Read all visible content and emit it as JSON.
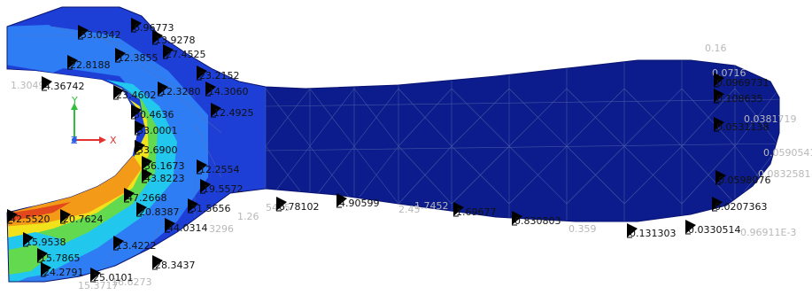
{
  "viewport": {
    "background": "#ffffff",
    "mesh_line_color": "#5b6fb0",
    "leader_color": "#000000",
    "colors": {
      "deep_blue": "#0c1c8c",
      "blue": "#1d3fd6",
      "light_blue": "#2e7df5",
      "cyan": "#22c7ee",
      "green": "#63d94f",
      "yellow": "#f2e21c",
      "orange": "#f39a18",
      "red": "#e2481c"
    }
  },
  "triad": {
    "x_label": "X",
    "y_label": "Y",
    "z_label": "Z",
    "x_color": "#e53030",
    "y_color": "#2fbf3a",
    "z_color": "#2b5ee8"
  },
  "labels": [
    "53.0342",
    "6.96773",
    "13.9278",
    "12.3855",
    "27.4525",
    "22.8188",
    "4.36742",
    "23.2152",
    "23.4602",
    "12.3280",
    "14.3060",
    "30.4636",
    "12.4925",
    "33.0001",
    "33.6900",
    "36.1673",
    "43.8223",
    "12.2554",
    "19.5572",
    "47.2668",
    "20.8387",
    "31.5656",
    "42.5520",
    "20.7624",
    "44.0314",
    "15.9538",
    "13.4222",
    "15.7865",
    "24.2791",
    "28.3437",
    "25.0101",
    "6.78102",
    "4.90599",
    "1.69677",
    "0.830803",
    "0.131303",
    "0.0330514",
    "0.0969731",
    "0.108635",
    "0.0207363",
    "0.0598076",
    "0.0531138"
  ],
  "faint_labels": [
    "1.3049",
    "15.3717",
    "16.6273",
    "3296",
    "1.26",
    "5465",
    "2.45",
    "1.7452",
    "0.359",
    "0.96911E-3",
    "0.0381719",
    "0.0590541",
    "0.0832581",
    "0.16",
    "0.0716"
  ]
}
